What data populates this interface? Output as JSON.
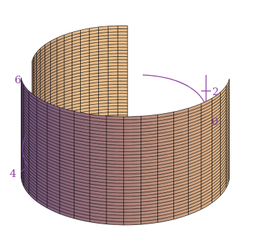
{
  "surface": {
    "colors": {
      "back_face_light": "#e8bd8c",
      "back_face_dark": "#b99070",
      "front_face_dark": "#6e4f79",
      "front_face_mid": "#a67a78",
      "front_face_light": "#e5b887",
      "mesh_line": "#1a1a1a"
    }
  },
  "axis": {
    "color": "#8a3f9e",
    "tick_labels": [
      "2",
      "0",
      "6",
      "4"
    ]
  }
}
